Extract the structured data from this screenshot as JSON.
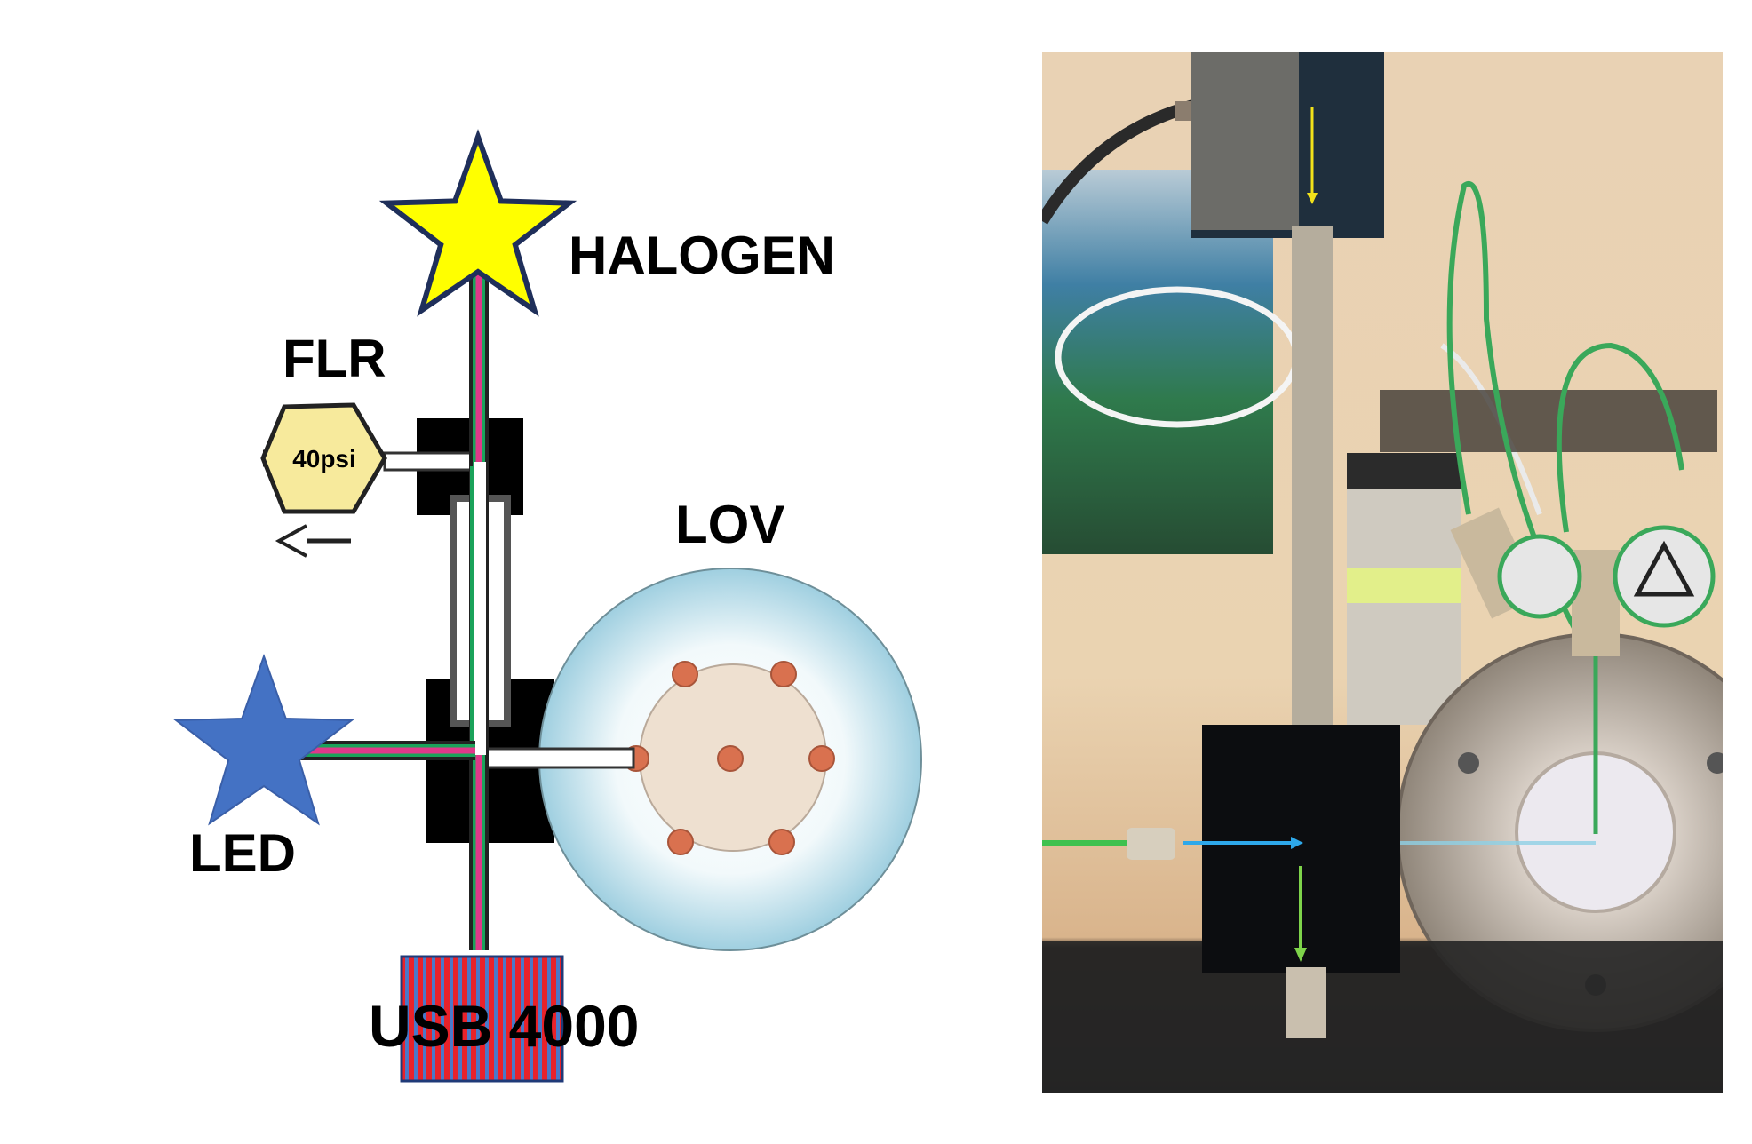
{
  "diagram": {
    "labels": {
      "halogen": "HALOGEN",
      "flr": "FLR",
      "pressure": "40psi",
      "lov": "LOV",
      "led": "LED",
      "detector": "USB 4000"
    },
    "colors": {
      "halogen_star": "#ffff00",
      "led_star": "#4472c4",
      "hexagon": "#f7ea9c",
      "fiber_pink": "#e0388a",
      "fiber_green": "#1aa35a",
      "lov_dot": "#d9714f",
      "lov_inner": "#eee0d0",
      "lov_outer": "#a9d3e2",
      "usb_red": "#e8222a",
      "usb_blue": "#4a78c8"
    }
  },
  "photo": {
    "arrows": [
      "yellow-down",
      "blue-right",
      "green-down"
    ]
  }
}
